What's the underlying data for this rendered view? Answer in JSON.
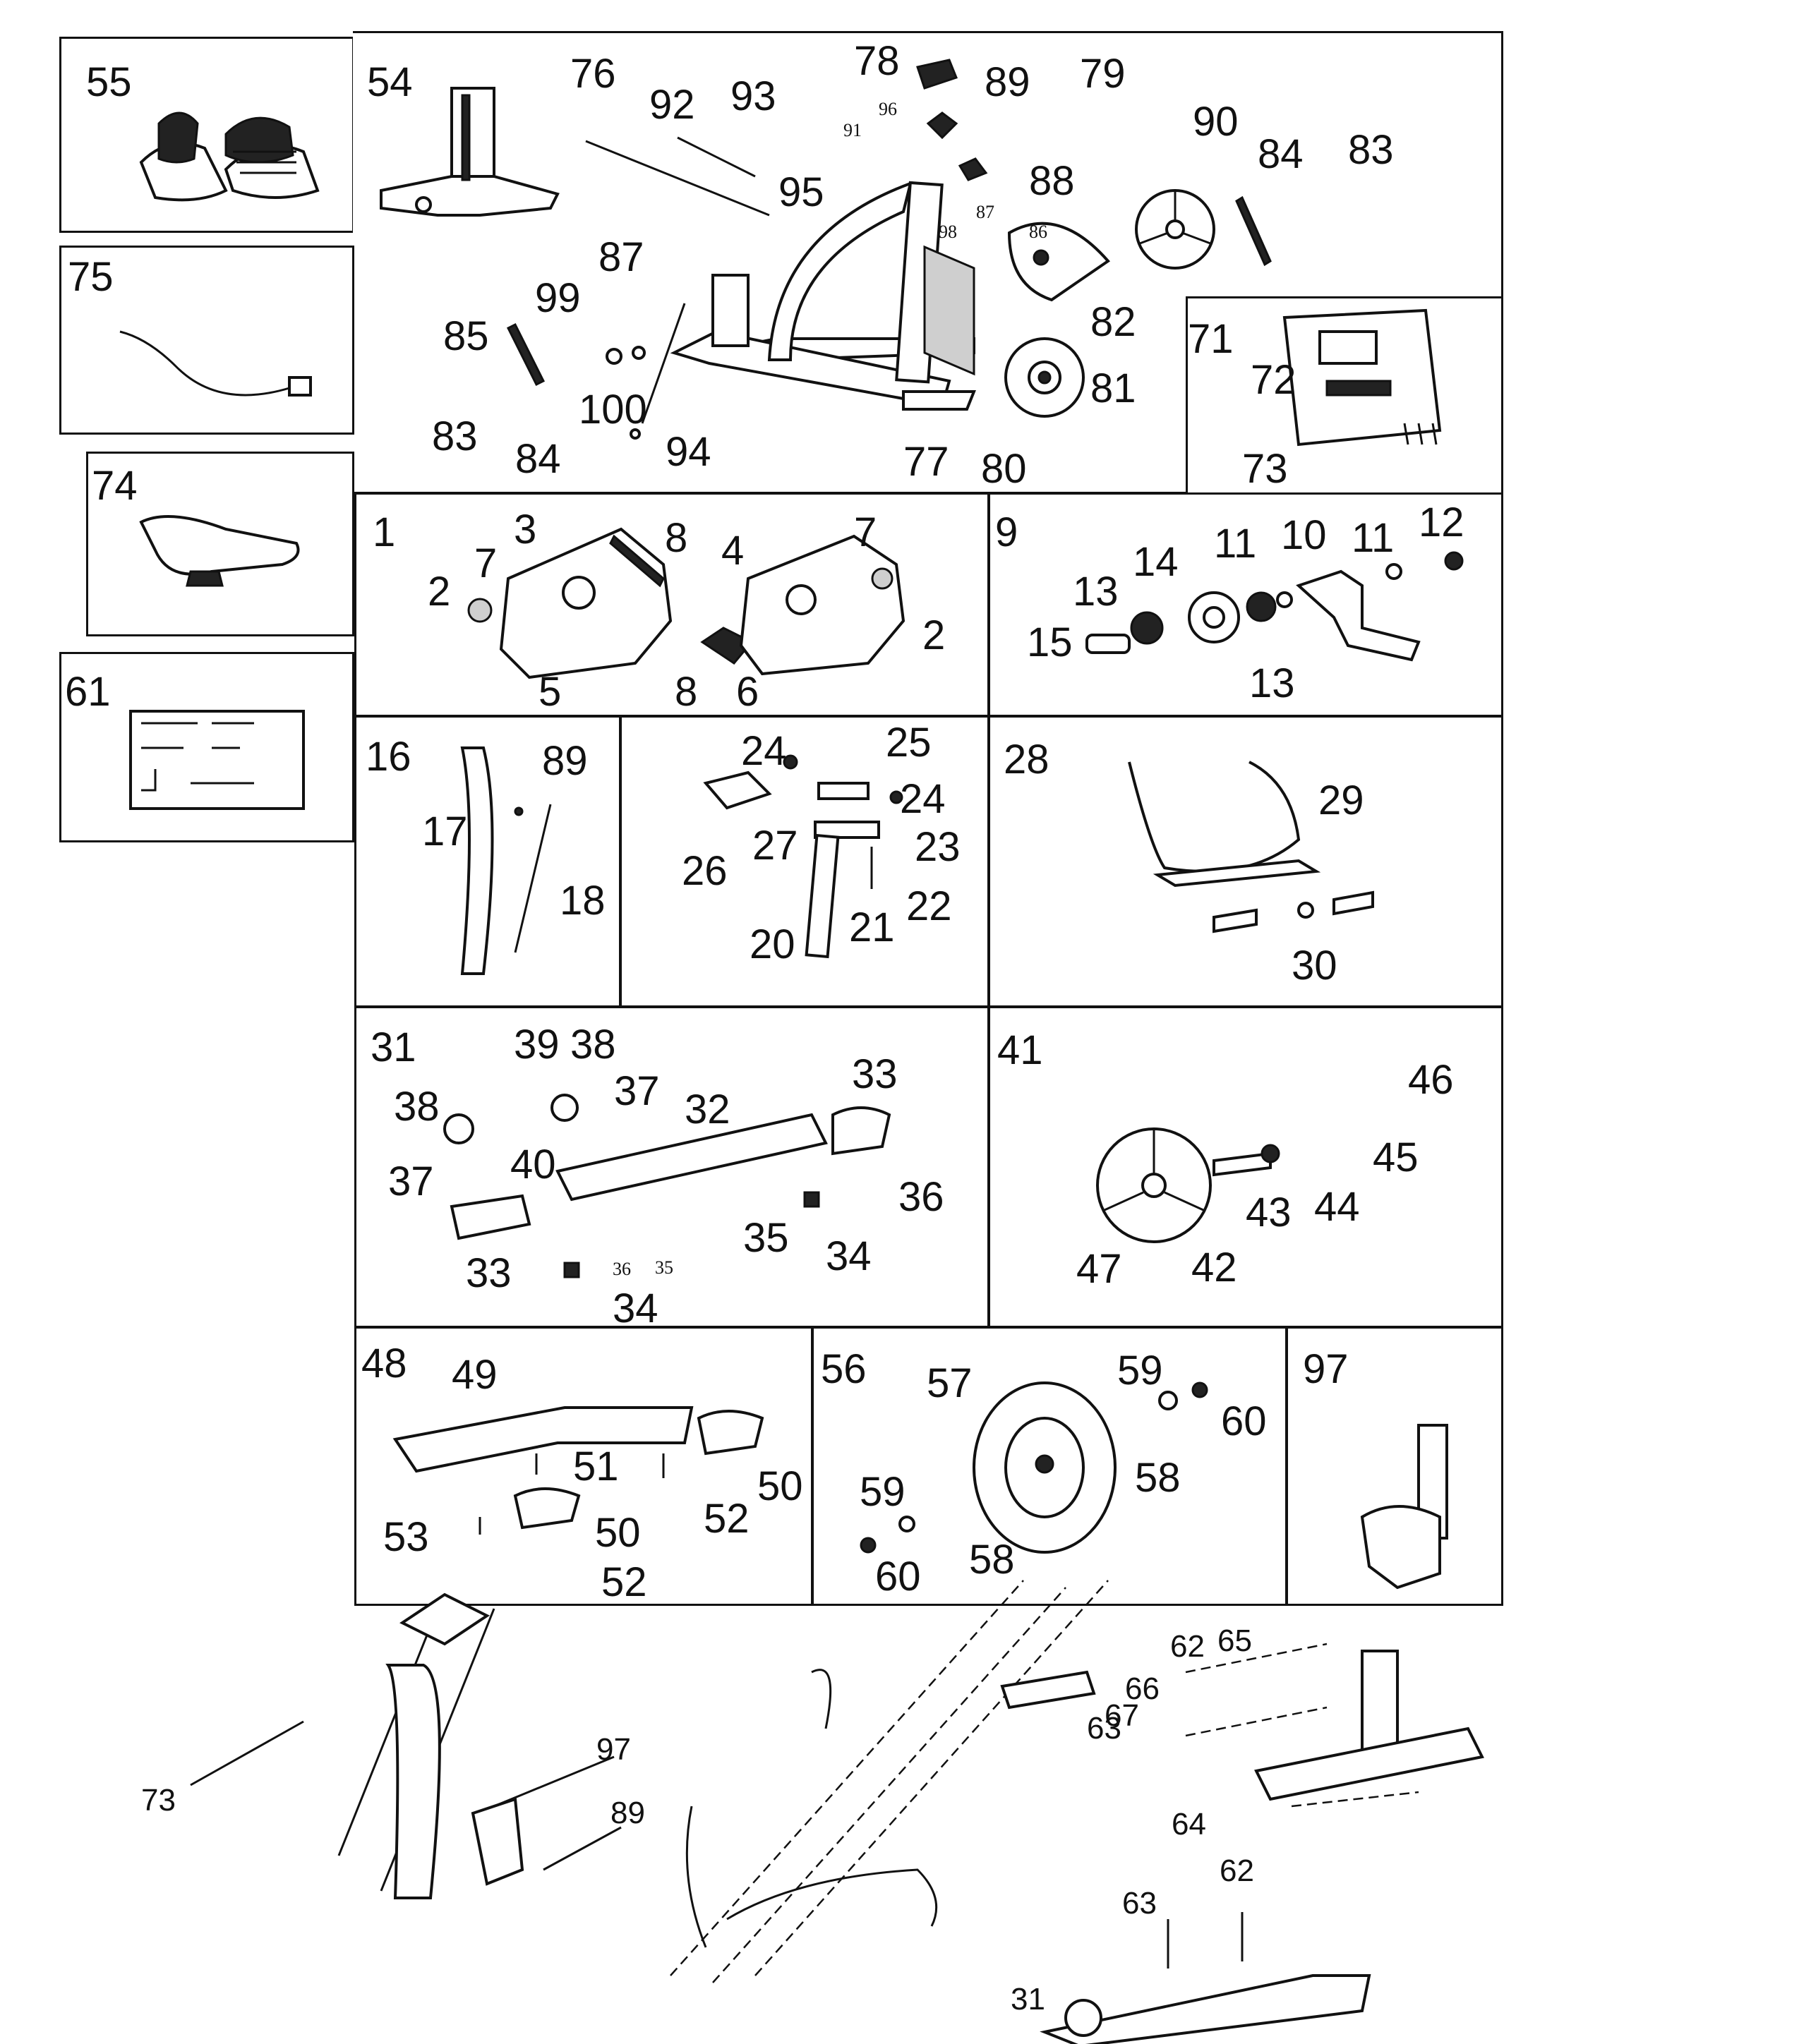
{
  "colors": {
    "ink": "#111111",
    "paper": "#ffffff",
    "shade": "#cfcfcf"
  },
  "panels": [
    {
      "id": "p55",
      "labels": [
        "55"
      ]
    },
    {
      "id": "p54",
      "labels": [
        "54"
      ]
    },
    {
      "id": "p76",
      "labels": [
        "76",
        "92",
        "93",
        "78",
        "89",
        "79",
        "91",
        "96",
        "95",
        "88",
        "87",
        "86",
        "98",
        "90",
        "84",
        "83",
        "82",
        "81",
        "87",
        "99",
        "85",
        "100",
        "94",
        "83",
        "84",
        "77",
        "80"
      ]
    },
    {
      "id": "p75",
      "labels": [
        "75"
      ]
    },
    {
      "id": "p71",
      "labels": [
        "71",
        "72",
        "73"
      ]
    },
    {
      "id": "p74",
      "labels": [
        "74"
      ]
    },
    {
      "id": "p1",
      "labels": [
        "1",
        "3",
        "8",
        "7",
        "4",
        "7",
        "2",
        "5",
        "8",
        "6",
        "2"
      ]
    },
    {
      "id": "p9",
      "labels": [
        "9",
        "14",
        "11",
        "10",
        "11",
        "12",
        "13",
        "15",
        "13"
      ]
    },
    {
      "id": "p61",
      "labels": [
        "61"
      ]
    },
    {
      "id": "p16",
      "labels": [
        "16",
        "89",
        "17",
        "18"
      ]
    },
    {
      "id": "p24",
      "labels": [
        "24",
        "25",
        "24",
        "27",
        "23",
        "26",
        "22",
        "21",
        "20"
      ]
    },
    {
      "id": "p28",
      "labels": [
        "28",
        "29",
        "30"
      ]
    },
    {
      "id": "p31",
      "labels": [
        "31",
        "39",
        "38",
        "37",
        "38",
        "32",
        "33",
        "40",
        "37",
        "36",
        "35",
        "34",
        "33",
        "36",
        "35",
        "34"
      ]
    },
    {
      "id": "p41",
      "labels": [
        "41",
        "46",
        "45",
        "43",
        "44",
        "47",
        "42"
      ]
    },
    {
      "id": "p48",
      "labels": [
        "48",
        "49",
        "51",
        "50",
        "52",
        "53",
        "50",
        "52"
      ]
    },
    {
      "id": "p56",
      "labels": [
        "56",
        "57",
        "59",
        "60",
        "58",
        "59",
        "58",
        "60"
      ]
    },
    {
      "id": "p97",
      "labels": [
        "97"
      ]
    },
    {
      "id": "assembly",
      "labels": [
        "73",
        "97",
        "89",
        "62",
        "65",
        "66",
        "67",
        "63",
        "64",
        "62",
        "63",
        "31"
      ]
    }
  ]
}
